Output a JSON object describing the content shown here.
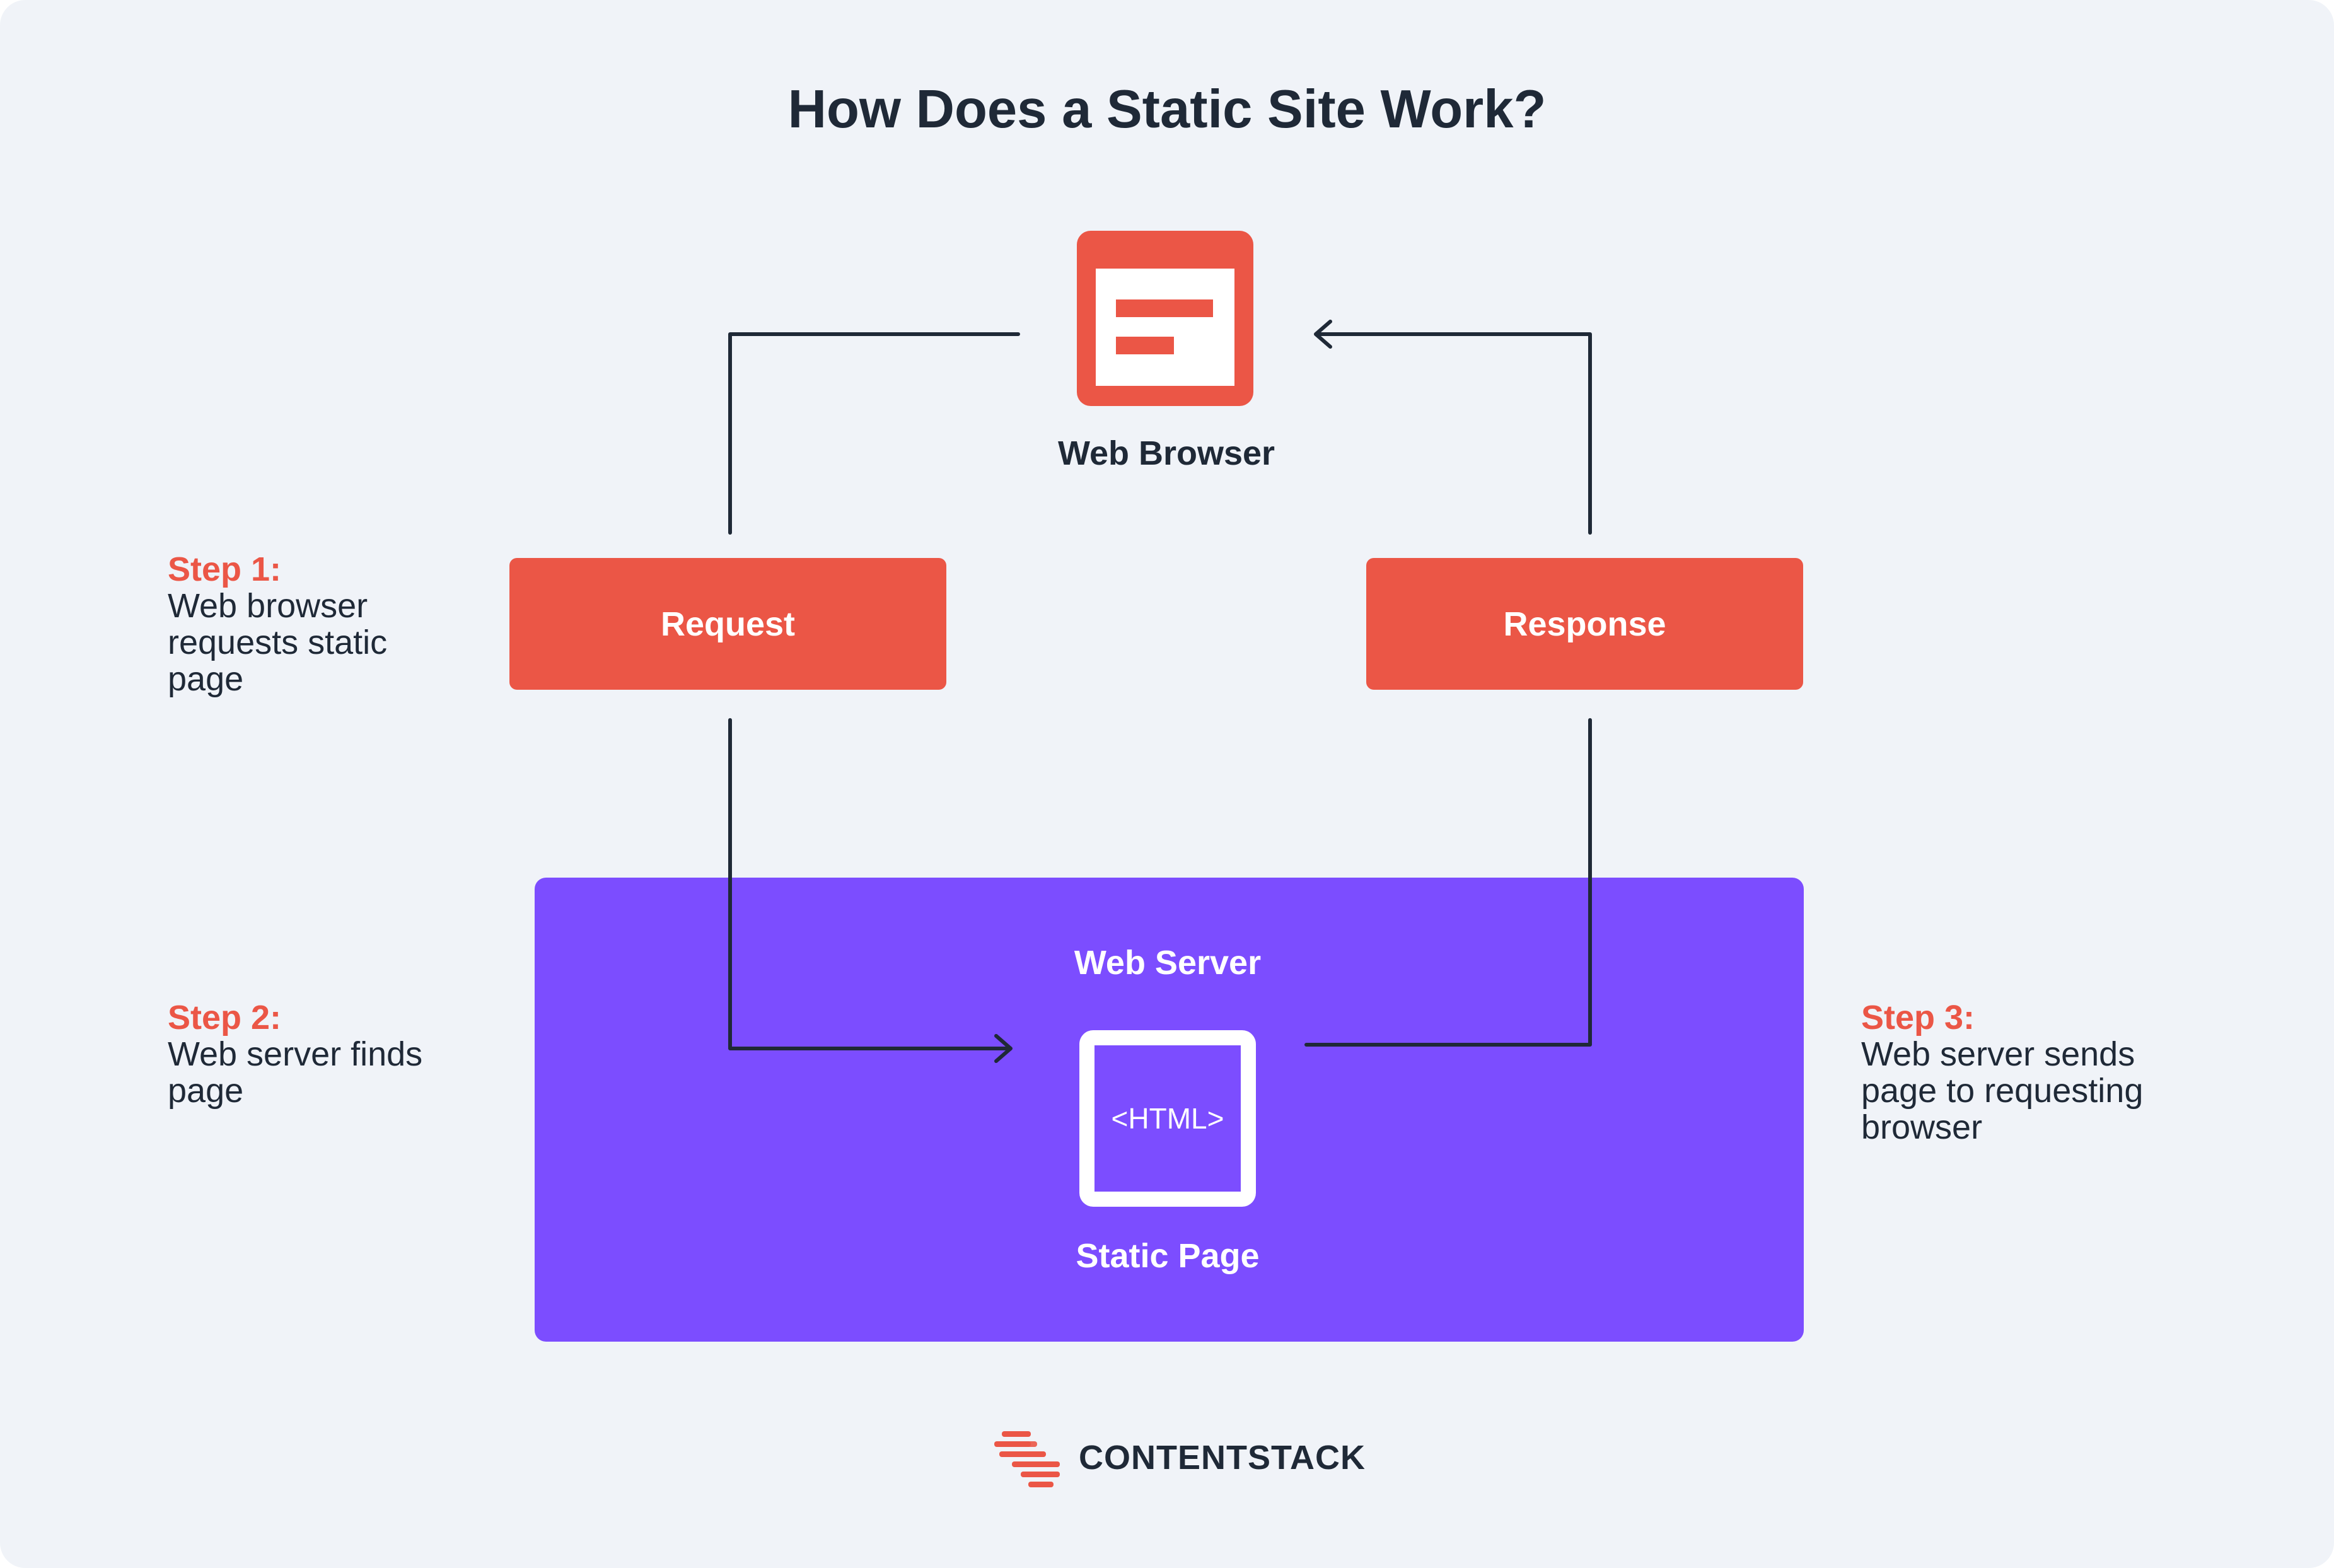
{
  "title": "How Does a Static Site Work?",
  "browser": {
    "label": "Web Browser",
    "icon": "browser-window-icon"
  },
  "request": {
    "label": "Request"
  },
  "response": {
    "label": "Response"
  },
  "server": {
    "label": "Web Server",
    "document_text": "<HTML>",
    "document_label": "Static Page",
    "icon": "html-document-icon"
  },
  "steps": [
    {
      "heading": "Step 1:",
      "text": "Web browser requests static page"
    },
    {
      "heading": "Step 2:",
      "text": "Web server finds page"
    },
    {
      "heading": "Step 3:",
      "text": "Web server sends page to requesting browser"
    }
  ],
  "logo": {
    "text": "CONTENTSTACK",
    "icon": "contentstack-logo-icon"
  },
  "colors": {
    "background": "#f0f3f8",
    "accent_red": "#eb5646",
    "server_purple": "#7c4dff",
    "text_dark": "#1f2937",
    "connector": "#1f2937"
  }
}
